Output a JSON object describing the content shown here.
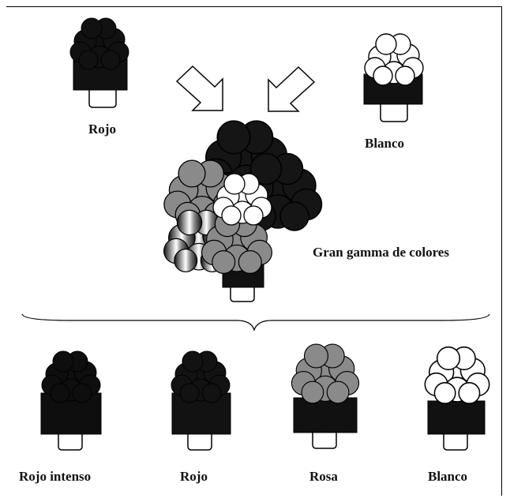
{
  "parents": [
    {
      "label": "Rojo",
      "color": "#111111",
      "pot": "#111111"
    },
    {
      "label": "Blanco",
      "color": "#ffffff",
      "pot": "#111111"
    }
  ],
  "hybrid": {
    "label": "Gran gamma de colores"
  },
  "offspring": [
    {
      "label": "Rojo intenso",
      "color": "#0e0e0e",
      "pot": "#111111"
    },
    {
      "label": "Rojo",
      "color": "#121212",
      "pot": "#111111"
    },
    {
      "label": "Rosa",
      "color": "#8a8a8a",
      "pot": "#111111"
    },
    {
      "label": "Blanco",
      "color": "#ffffff",
      "pot": "#111111"
    }
  ],
  "colors": {
    "line": "#000000",
    "dark": "#111111",
    "gray": "#8a8a8a",
    "white": "#ffffff"
  }
}
